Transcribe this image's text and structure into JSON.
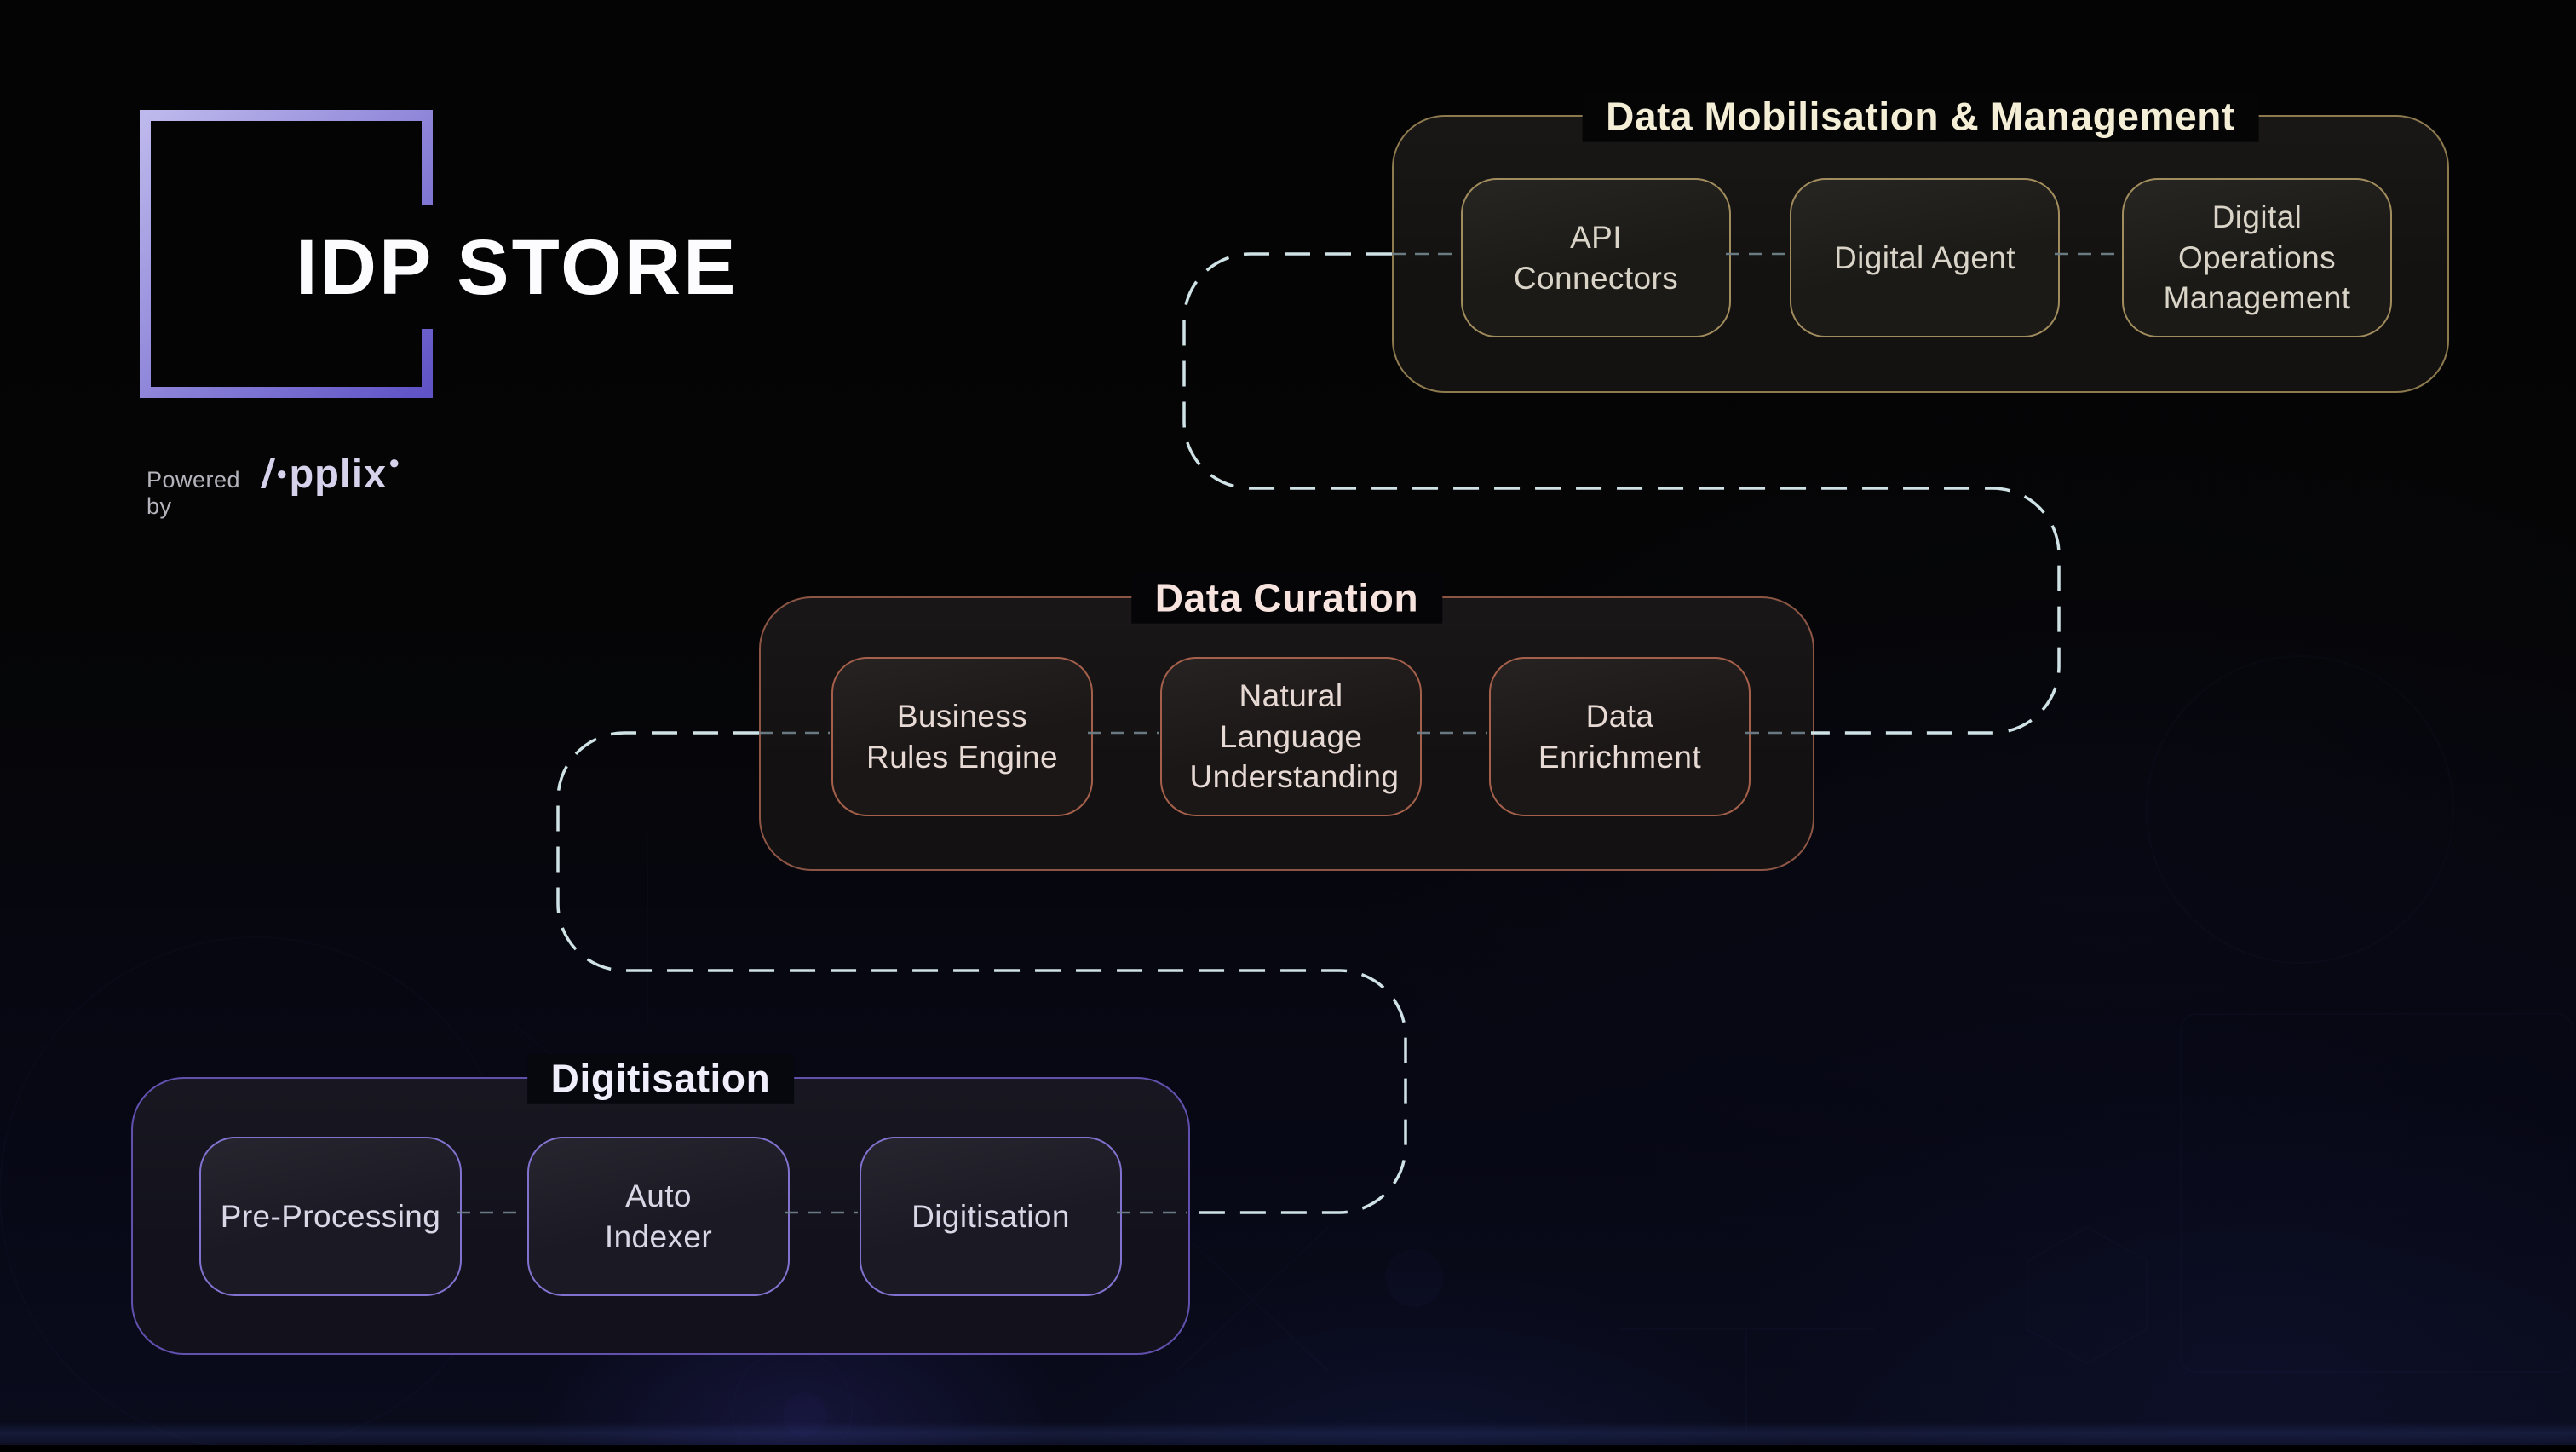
{
  "logo": {
    "title": "IDP STORE",
    "powered_by": "Powered by",
    "brand": "Applix",
    "frame_gradient": [
      "#beb9ec",
      "#5f53c6"
    ],
    "title_color": "#fcfcfe",
    "powered_color": "#b4b4bc",
    "brand_color": "#d6d2ec"
  },
  "groups": [
    {
      "title": "Data Mobilisation & Management",
      "items": [
        "API Connectors",
        "Digital Agent",
        "Digital Operations Management"
      ],
      "colors": {
        "border": "#8d7a4f",
        "box_border": "#a18c5d",
        "title_color": "#f4eed6",
        "label_color": "#d9d4c7",
        "group_bg": "#131210",
        "box_bg": "#1b1a17",
        "title_bg": "#050505"
      }
    },
    {
      "title": "Data Curation",
      "items": [
        "Business Rules Engine",
        "Natural Language Understanding",
        "Data Enrichment"
      ],
      "colors": {
        "border": "#8c5544",
        "box_border": "#a5604b",
        "title_color": "#f8e4df",
        "label_color": "#e7d9d4",
        "group_bg": "#141112",
        "box_bg": "#1b1716",
        "title_bg": "#050507"
      }
    },
    {
      "title": "Digitisation",
      "items": [
        "Pre-Processing",
        "Auto Indexer",
        "Digitisation"
      ],
      "colors": {
        "border": "#6150ae",
        "box_border": "#8172cf",
        "title_color": "#f0eefb",
        "label_color": "#d9d6e6",
        "group_bg": "#13121c",
        "box_bg": "#1b1a24",
        "title_bg": "#07070e"
      }
    }
  ],
  "connector": {
    "bright_color": "#cfe2e6",
    "dim_color": "#6e8088"
  }
}
